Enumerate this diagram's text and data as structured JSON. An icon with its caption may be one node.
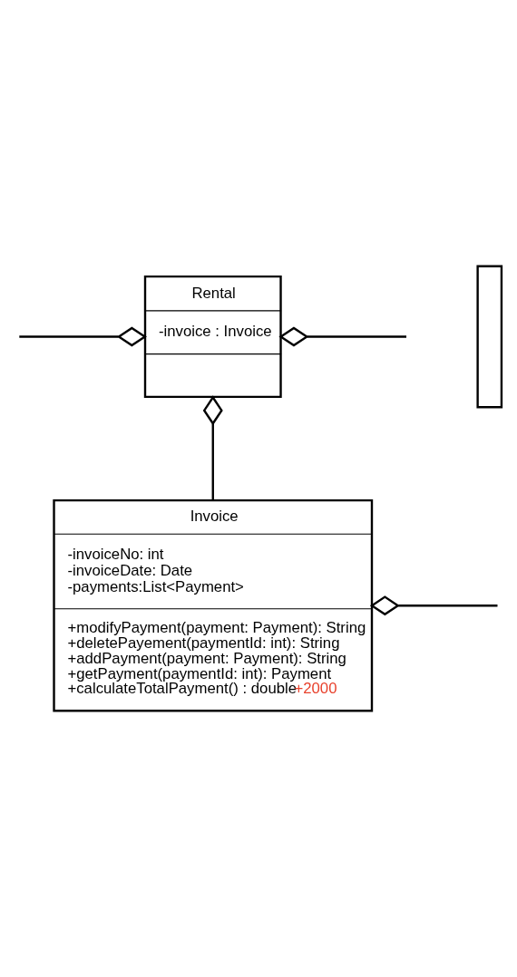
{
  "diagram": {
    "nodes": [
      {
        "text": [
          "Rental",
          "-invoice : Invoice"
        ]
      },
      {
        "text": [
          "Invoice",
          "-invoiceNo: int",
          "-invoiceDate: Date",
          "-payments:List<Payment>",
          "+modifyPayment(payment: Payment): String",
          "+deletePayement(paymentId: int): String",
          "+addPayment(payment: Payment): String",
          "+getPayment(paymentId: int): Payment",
          "+calculateTotalPayment() : double",
          "+2000"
        ]
      },
      {
        "text": [],
        "shape": "box"
      }
    ],
    "edges": [
      {
        "from": 0,
        "to": null,
        "arrow": "other"
      },
      {
        "from": 0,
        "to": null,
        "arrow": "other"
      },
      {
        "from": 0,
        "to": 1,
        "arrow": "other"
      },
      {
        "from": 1,
        "to": null,
        "arrow": "other"
      }
    ]
  }
}
